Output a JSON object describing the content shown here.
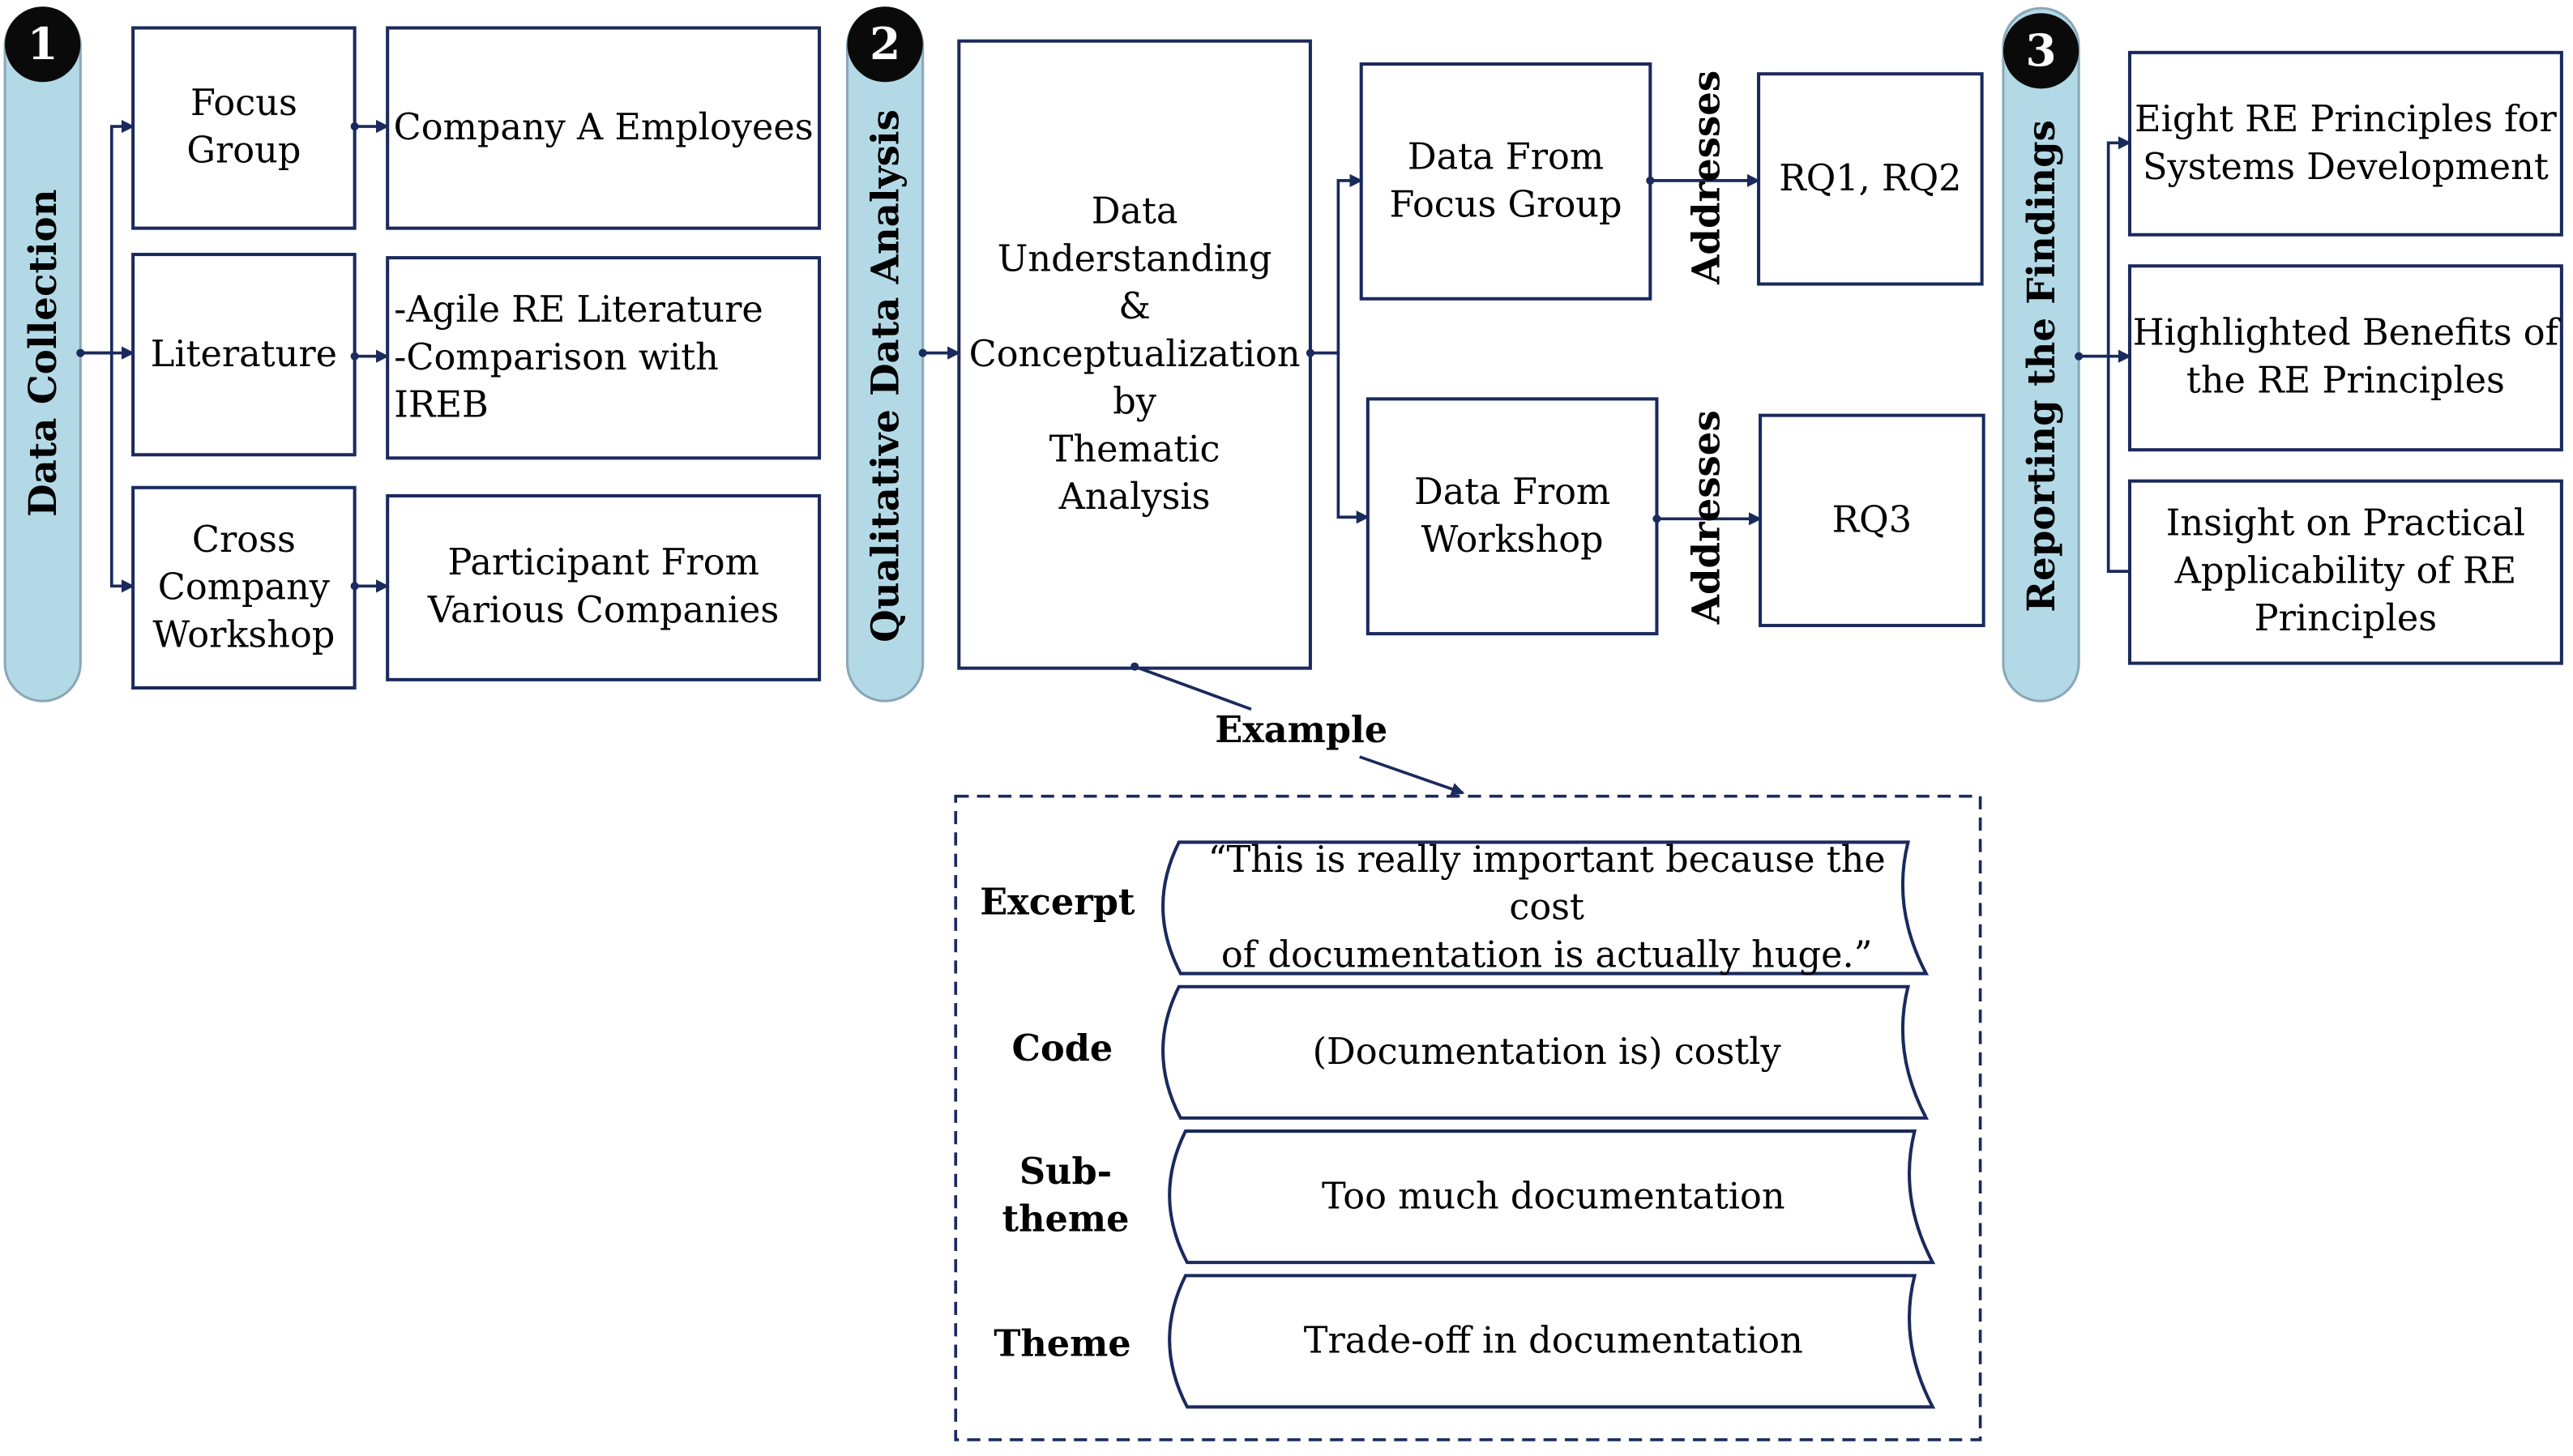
{
  "stages": [
    {
      "number": "1",
      "label": "Data Collection"
    },
    {
      "number": "2",
      "label": "Qualitative Data Analysis"
    },
    {
      "number": "3",
      "label": "Reporting the Findings"
    }
  ],
  "collection": {
    "sources": [
      "Focus\nGroup",
      "Literature",
      "Cross\nCompany\nWorkshop"
    ],
    "details": [
      "Company A Employees",
      "-Agile RE Literature\n-Comparison with IREB",
      "Participant From\nVarious Companies"
    ]
  },
  "analysis": {
    "main_box": "Data\nUnderstanding\n&\nConceptualization\nby\nThematic\nAnalysis",
    "data_focus_group": "Data From\nFocus Group",
    "data_workshop": "Data From\nWorkshop",
    "addresses_label": "Addresses",
    "rq_a": "RQ1, RQ2",
    "rq_b": "RQ3"
  },
  "findings": {
    "items": [
      "Eight RE Principles for\nSystems Development",
      "Highlighted Benefits of\nthe RE Principles",
      "Insight on Practical\nApplicability of RE\nPrinciples"
    ]
  },
  "example": {
    "label": "Example",
    "rows": [
      {
        "level": "Excerpt",
        "text": "“This is really important because the cost\nof documentation is actually huge.”"
      },
      {
        "level": "Code",
        "text": "(Documentation is) costly"
      },
      {
        "level": "Sub-\ntheme",
        "text": "Too much documentation"
      },
      {
        "level": "Theme",
        "text": "Trade-off in documentation"
      }
    ]
  },
  "colors": {
    "stroke": "#1b2a5c",
    "pill": "#b3d9e6",
    "badge": "#0a0a0a"
  }
}
